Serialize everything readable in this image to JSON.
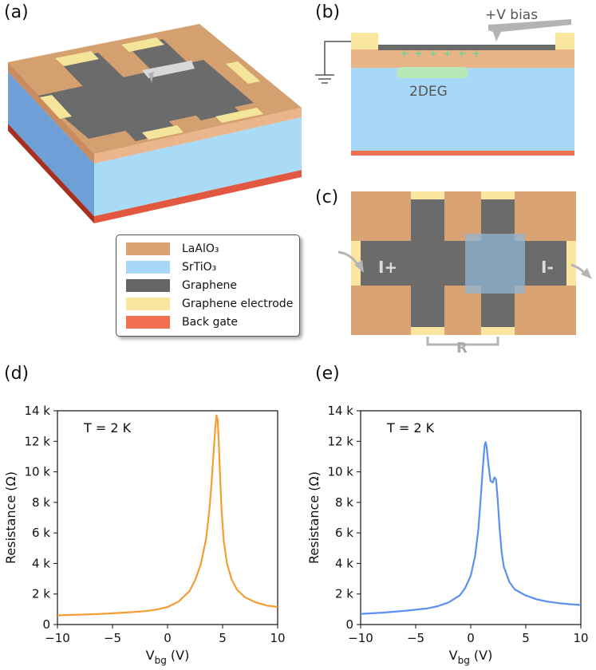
{
  "panels": {
    "a": "(a)",
    "b": "(b)",
    "c": "(c)",
    "d": "(d)",
    "e": "(e)"
  },
  "legend": {
    "items": [
      {
        "label": "LaAlO₃",
        "color": "#d9a373"
      },
      {
        "label": "SrTiO₃",
        "color": "#a8d8f8"
      },
      {
        "label": "Graphene",
        "color": "#666666"
      },
      {
        "label": "Graphene electrode",
        "color": "#fbe6a0"
      },
      {
        "label": "Back gate",
        "color": "#f07050"
      }
    ]
  },
  "schematic_b": {
    "bias_label": "+V bias",
    "plus_signs": "+ + + + + +",
    "twodeg_label": "2DEG"
  },
  "schematic_c": {
    "current_in": "I+",
    "current_out": "I-",
    "resistance": "R"
  },
  "colors": {
    "laalo3": "#d9a373",
    "srtio3": "#a8d8f8",
    "graphene": "#666666",
    "electrode": "#fbe6a0",
    "backgate": "#f07050",
    "curve_d": "#f59c33",
    "curve_e": "#5b8ff0"
  },
  "chart_data": [
    {
      "type": "line",
      "panel": "(d)",
      "annotation": "T = 2 K",
      "xlabel": "V",
      "xlabel_sub": "bg",
      "xlabel_unit": " (V)",
      "ylabel": "Resistance (Ω)",
      "xlim": [
        -10,
        10
      ],
      "ylim": [
        0,
        14000
      ],
      "xticks": [
        -10,
        -5,
        0,
        5,
        10
      ],
      "xtick_labels": [
        "−10",
        "−5",
        "0",
        "5",
        "10"
      ],
      "yticks": [
        0,
        2000,
        4000,
        6000,
        8000,
        10000,
        12000,
        14000
      ],
      "ytick_labels": [
        "0",
        "2 k",
        "4 k",
        "6 k",
        "8 k",
        "10 k",
        "12 k",
        "14 k"
      ],
      "series": [
        {
          "color": "#f59c33",
          "x": [
            -10,
            -8,
            -6,
            -4,
            -2,
            -1,
            0,
            1,
            2,
            2.5,
            3,
            3.5,
            3.8,
            4.0,
            4.2,
            4.35,
            4.45,
            4.55,
            4.65,
            4.75,
            4.9,
            5.1,
            5.4,
            5.8,
            6.3,
            7,
            8,
            9,
            10
          ],
          "y": [
            600,
            650,
            700,
            780,
            880,
            980,
            1150,
            1500,
            2200,
            2900,
            3900,
            5600,
            7500,
            9300,
            11500,
            13000,
            13700,
            13400,
            12000,
            10000,
            7600,
            5500,
            4000,
            3000,
            2300,
            1800,
            1450,
            1250,
            1150
          ]
        }
      ]
    },
    {
      "type": "line",
      "panel": "(e)",
      "annotation": "T = 2 K",
      "xlabel": "V",
      "xlabel_sub": "bg",
      "xlabel_unit": " (V)",
      "ylabel": "Resistance (Ω)",
      "xlim": [
        -10,
        10
      ],
      "ylim": [
        0,
        14000
      ],
      "xticks": [
        -10,
        -5,
        0,
        5,
        10
      ],
      "xtick_labels": [
        "−10",
        "−5",
        "0",
        "5",
        "10"
      ],
      "yticks": [
        0,
        2000,
        4000,
        6000,
        8000,
        10000,
        12000,
        14000
      ],
      "ytick_labels": [
        "0",
        "2 k",
        "4 k",
        "6 k",
        "8 k",
        "10 k",
        "12 k",
        "14 k"
      ],
      "series": [
        {
          "color": "#5b8ff0",
          "x": [
            -10,
            -8,
            -6,
            -4,
            -3,
            -2,
            -1,
            -0.5,
            0,
            0.4,
            0.7,
            0.9,
            1.1,
            1.25,
            1.35,
            1.45,
            1.6,
            1.8,
            2.0,
            2.15,
            2.3,
            2.45,
            2.6,
            2.8,
            3.0,
            3.5,
            4,
            5,
            6,
            7,
            8,
            9,
            10
          ],
          "y": [
            700,
            780,
            900,
            1050,
            1200,
            1450,
            1900,
            2400,
            3200,
            4500,
            6300,
            8200,
            10300,
            11700,
            11950,
            11600,
            10500,
            9400,
            9300,
            9650,
            9500,
            8200,
            6500,
            4800,
            3800,
            2800,
            2300,
            1900,
            1650,
            1500,
            1400,
            1330,
            1280
          ]
        }
      ]
    }
  ]
}
